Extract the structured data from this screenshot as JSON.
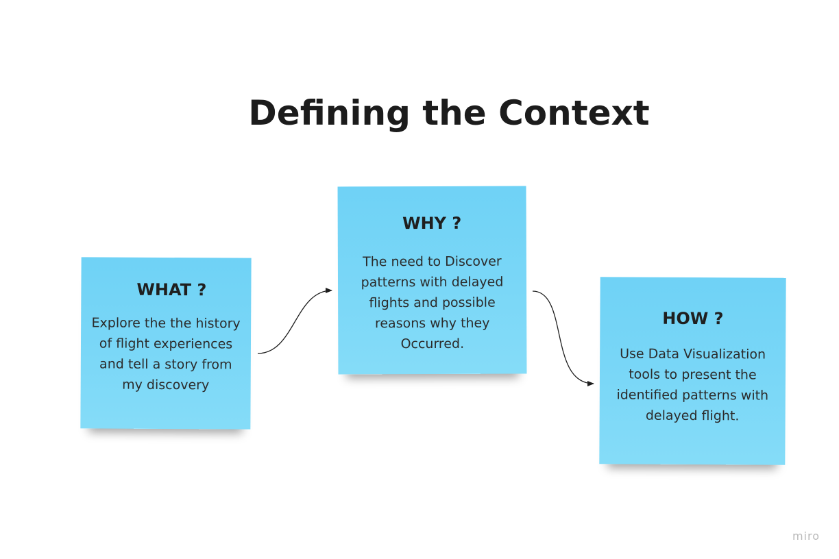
{
  "title": "Defining the Context",
  "notes": [
    {
      "heading": "WHAT ?",
      "body": "Explore the the history of flight experiences and tell a story from my discovery",
      "color": "#7ad7f7"
    },
    {
      "heading": "WHY ?",
      "body": "The need to Discover patterns with delayed flights and possible reasons why they Occurred.",
      "color": "#7ad7f7"
    },
    {
      "heading": "HOW ?",
      "body": "Use Data Visualization tools to present the identified patterns with delayed flight.",
      "color": "#7ad7f7"
    }
  ],
  "connectors": [
    {
      "from": "WHAT ?",
      "to": "WHY ?"
    },
    {
      "from": "WHY ?",
      "to": "HOW ?"
    }
  ],
  "watermark": "miro"
}
